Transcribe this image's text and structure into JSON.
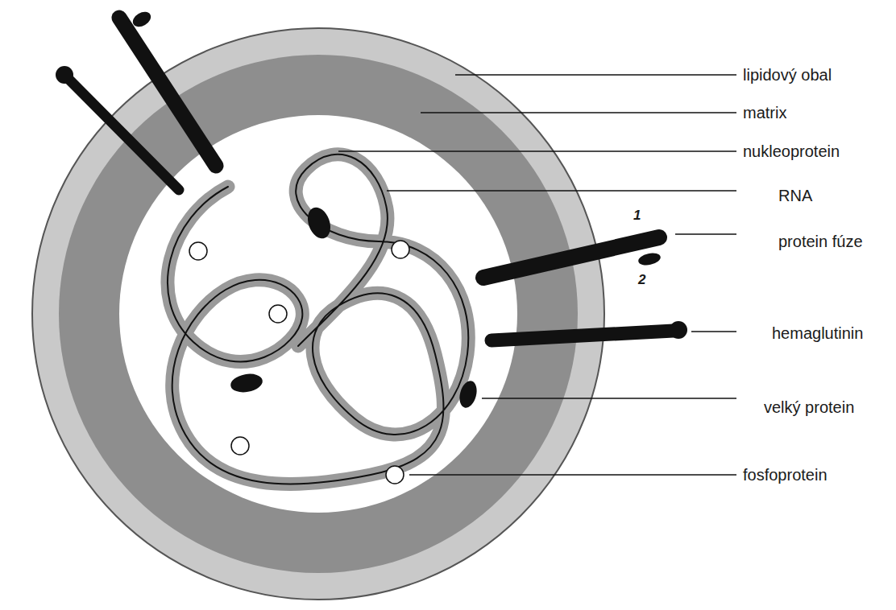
{
  "diagram": {
    "labels": [
      "lipidový obal",
      "matrix",
      "nukleoprotein",
      "RNA",
      "1",
      "protein fúze",
      "2",
      "hemaglutinin",
      "velký protein",
      "fosfoprotein"
    ]
  }
}
